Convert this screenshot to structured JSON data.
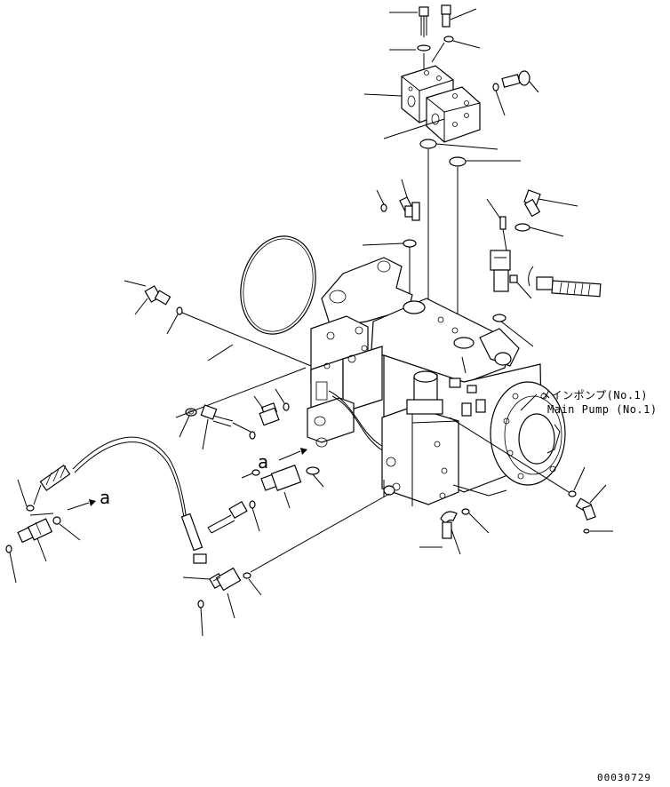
{
  "labels": {
    "main_pump_jp": "メインポンプ(No.1)",
    "main_pump_en": "Main Pump (No.1)",
    "arrow_a_upper": "a",
    "arrow_a_lower": "a",
    "drawing_number": "00030729"
  },
  "colors": {
    "line": "#000000",
    "background": "#ffffff"
  }
}
